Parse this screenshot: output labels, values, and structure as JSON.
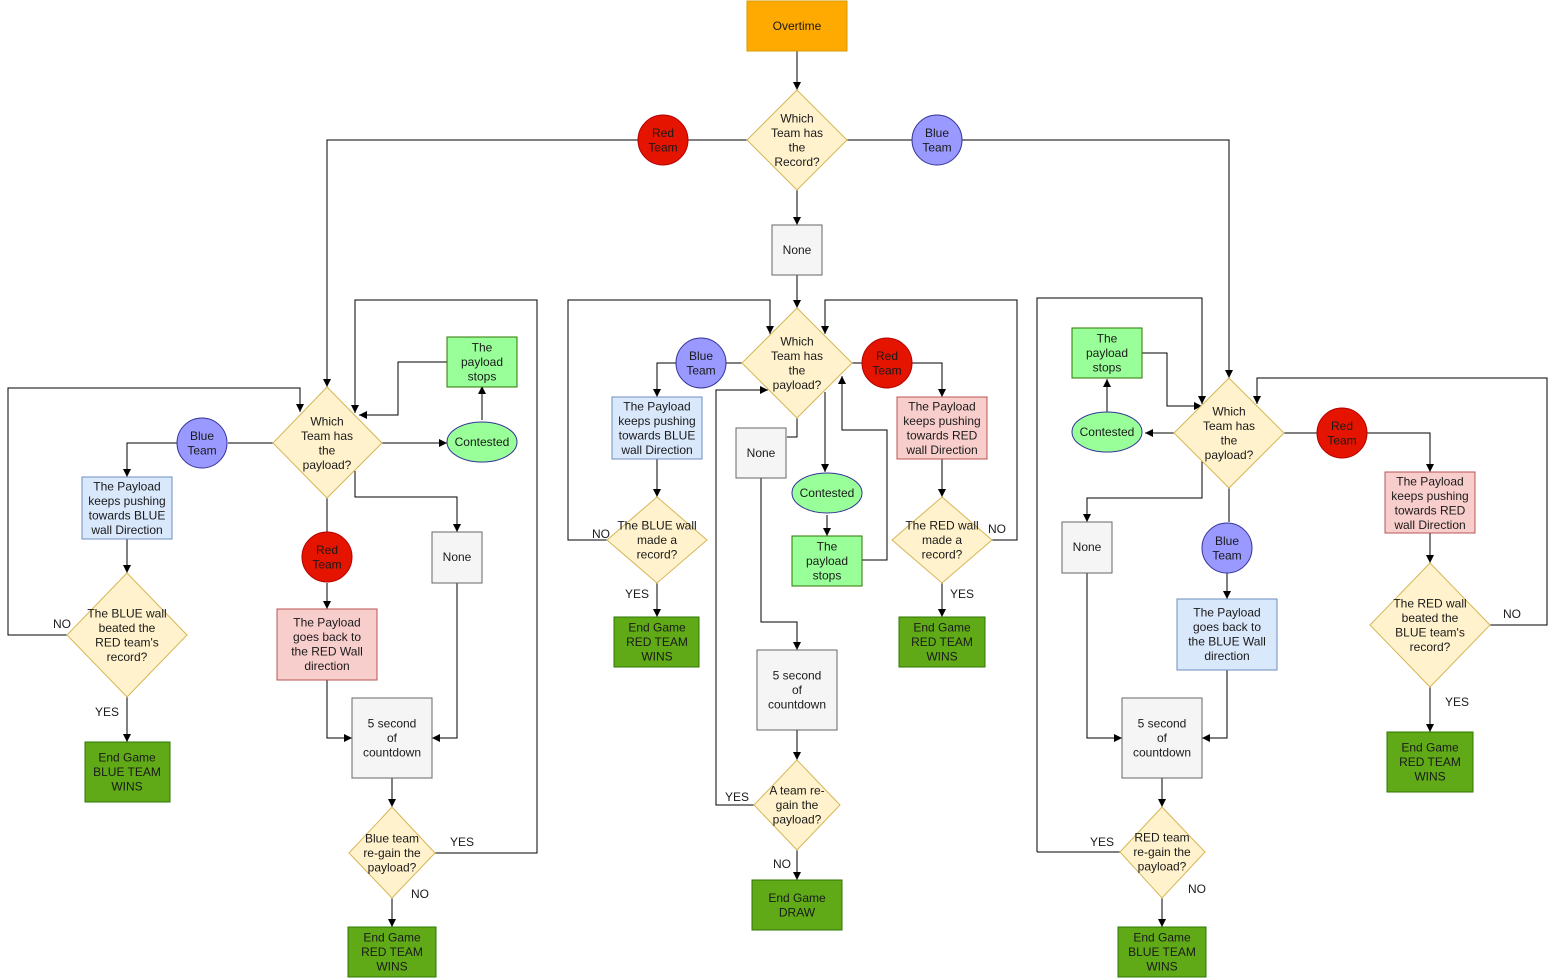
{
  "colors": {
    "start": "#ffaa00",
    "decision": "#fff2cc",
    "decision_border": "#d6b656",
    "red_circle": "#e51400",
    "blue_circle": "#9999ff",
    "none_box": "#f5f5f5",
    "blue_box": "#dae8fc",
    "red_box": "#f8cecc",
    "green_box": "#99ff99",
    "end_box": "#60a917",
    "contested": "#99ff99"
  },
  "nodes": {
    "overtime": "Overtime",
    "main_decision": "Which\nTeam has\nthe\nRecord?",
    "main_red": "Red\nTeam",
    "main_blue": "Blue\nTeam",
    "main_none": "None",
    "l_decision": "Which\nTeam has\nthe\npayload?",
    "l_blue": "Blue\nTeam",
    "l_red": "Red\nTeam",
    "l_contested": "Contested",
    "l_stops": "The\npayload\nstops",
    "l_none": "None",
    "l_push_blue": "The Payload\nkeeps pushing\ntowards BLUE\nwall Direction",
    "l_blue_beat": "The BLUE wall\nbeated the\nRED team's\nrecord?",
    "l_end_blue": "End Game\nBLUE TEAM\nWINS",
    "l_goes_back": "The Payload\ngoes back to\nthe RED Wall\ndirection",
    "l_countdown": "5 second\nof\ncountdown",
    "l_regain": "Blue team\nre-gain the\npayload?",
    "l_end_red": "End Game\nRED TEAM\nWINS",
    "c_decision": "Which\nTeam has\nthe\npayload?",
    "c_blue": "Blue\nTeam",
    "c_red": "Red\nTeam",
    "c_push_blue": "The Payload\nkeeps pushing\ntowards BLUE\nwall Direction",
    "c_push_red": "The Payload\nkeeps pushing\ntowards RED\nwall Direction",
    "c_blue_record": "The BLUE wall\nmade a\nrecord?",
    "c_red_record": "The RED wall\nmade a\nrecord?",
    "c_end_red_1": "End Game\nRED TEAM\nWINS",
    "c_end_red_2": "End Game\nRED TEAM\nWINS",
    "c_none": "None",
    "c_contested": "Contested",
    "c_stops": "The\npayload\nstops",
    "c_countdown": "5 second\nof\ncountdown",
    "c_regain": "A team re-\ngain the\npayload?",
    "c_end_draw": "End Game\nDRAW",
    "r_decision": "Which\nTeam has\nthe\npayload?",
    "r_stops": "The\npayload\nstops",
    "r_contested": "Contested",
    "r_red": "Red\nTeam",
    "r_push_red": "The Payload\nkeeps pushing\ntowards RED\nwall Direction",
    "r_red_beat": "The RED wall\nbeated the\nBLUE team's\nrecord?",
    "r_end_red": "End Game\nRED TEAM\nWINS",
    "r_none": "None",
    "r_blue": "Blue\nTeam",
    "r_goes_back": "The Payload\ngoes back to\nthe BLUE Wall\ndirection",
    "r_countdown": "5 second\nof\ncountdown",
    "r_regain": "RED team\nre-gain the\npayload?",
    "r_end_blue": "End Game\nBLUE TEAM\nWINS"
  },
  "labels": {
    "l_no": "NO",
    "l_yes": "YES",
    "l_regain_yes": "YES",
    "l_regain_no": "NO",
    "c_blue_no": "NO",
    "c_blue_yes": "YES",
    "c_red_no": "NO",
    "c_red_yes": "YES",
    "c_regain_yes": "YES",
    "c_regain_no": "NO",
    "r_no": "NO",
    "r_yes": "YES",
    "r_regain_yes": "YES",
    "r_regain_no": "NO"
  }
}
